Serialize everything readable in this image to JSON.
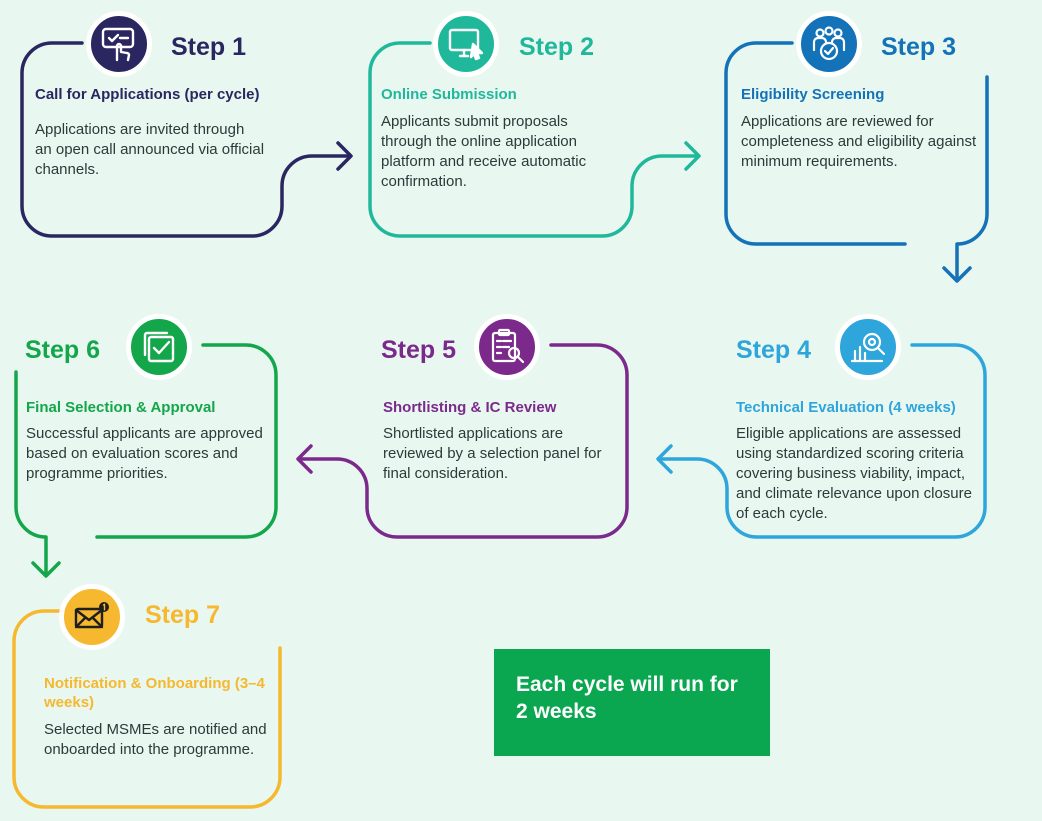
{
  "colors": {
    "background": "#e9f7f1",
    "step1": "#2a2660",
    "step2": "#20b89a",
    "step3": "#1372b8",
    "step4": "#2ea5db",
    "step5": "#7b2a8c",
    "step6": "#14a64a",
    "step7": "#f5b82e",
    "note": "#0aa650"
  },
  "steps": [
    {
      "label": "Step 1",
      "title": "Call for Applications (per cycle)",
      "description": "Applications are invited through an open call announced via official channels.",
      "icon": "click-checklist-icon"
    },
    {
      "label": "Step 2",
      "title": "Online Submission",
      "description": "Applicants submit proposals through the online application platform and receive automatic confirmation.",
      "icon": "computer-monitor-icon"
    },
    {
      "label": "Step 3",
      "title": "Eligibility Screening",
      "description": "Applications are reviewed for completeness and eligibility against minimum requirements.",
      "icon": "group-check-icon"
    },
    {
      "label": "Step 4",
      "title": "Technical Evaluation (4 weeks)",
      "description": "Eligible applications are assessed using standardized scoring criteria covering business viability, impact, and climate relevance upon closure of each cycle.",
      "icon": "chart-magnifier-icon"
    },
    {
      "label": "Step 5",
      "title": "Shortlisting & IC Review",
      "description": "Shortlisted applications are reviewed by a selection panel for final consideration.",
      "icon": "clipboard-review-icon"
    },
    {
      "label": "Step 6",
      "title": "Final Selection & Approval",
      "description": "Successful applicants are approved based on evaluation scores and programme priorities.",
      "icon": "stacked-check-icon"
    },
    {
      "label": "Step 7",
      "title": "Notification & Onboarding (3–4 weeks)",
      "description": "Selected MSMEs are notified and onboarded into the programme.",
      "icon": "envelope-notification-icon"
    }
  ],
  "note": {
    "text": "Each cycle will run for 2 weeks"
  }
}
